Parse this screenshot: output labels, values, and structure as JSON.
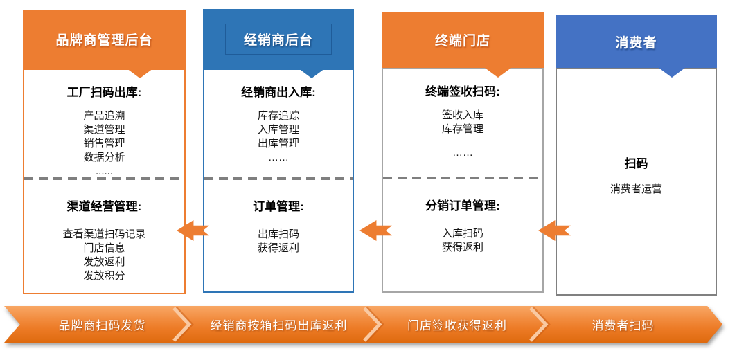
{
  "palette": {
    "orange": "#ED7D31",
    "blue_distributor": "#2E75B6",
    "blue_consumer": "#4472C4",
    "gray_border": "#A6A6A6",
    "dash_gray": "#7F7F7F",
    "banner_gradient_top": "#F8A765",
    "banner_gradient_bottom": "#DE6A0E",
    "text_white": "#FFFFFF",
    "text_black": "#000000"
  },
  "icons": {
    "flow_arrow": "left-arrow",
    "header_tail": "down-triangle",
    "banner_separator": "chevron-right"
  },
  "columns": [
    {
      "title": "品牌商管理后台",
      "sections": [
        {
          "heading": "工厂扫码出库:",
          "items": [
            "产品追溯",
            "渠道管理",
            "销售管理",
            "数据分析",
            "......"
          ]
        },
        {
          "heading": "渠道经营管理:",
          "items": [
            "查看渠道扫码记录",
            "门店信息",
            "发放返利",
            "发放积分"
          ]
        }
      ]
    },
    {
      "title": "经销商后台",
      "sections": [
        {
          "heading": "经销商出入库:",
          "items": [
            "库存追踪",
            "入库管理",
            "出库管理",
            "……"
          ]
        },
        {
          "heading": "订单管理:",
          "items": [
            "出库扫码",
            "获得返利"
          ]
        }
      ]
    },
    {
      "title": "终端门店",
      "sections": [
        {
          "heading": "终端签收扫码:",
          "items": [
            "签收入库",
            "库存管理",
            "……"
          ]
        },
        {
          "heading": "分销订单管理:",
          "items": [
            "入库扫码",
            "获得返利"
          ]
        }
      ]
    },
    {
      "title": "消费者",
      "sections": [
        {
          "heading": "扫码",
          "items": [
            "消费者运营"
          ]
        }
      ]
    }
  ],
  "banner": {
    "segments": [
      "品牌商扫码发货",
      "经销商按箱扫码出库返利",
      "门店签收获得返利",
      "消费者扫码"
    ]
  }
}
